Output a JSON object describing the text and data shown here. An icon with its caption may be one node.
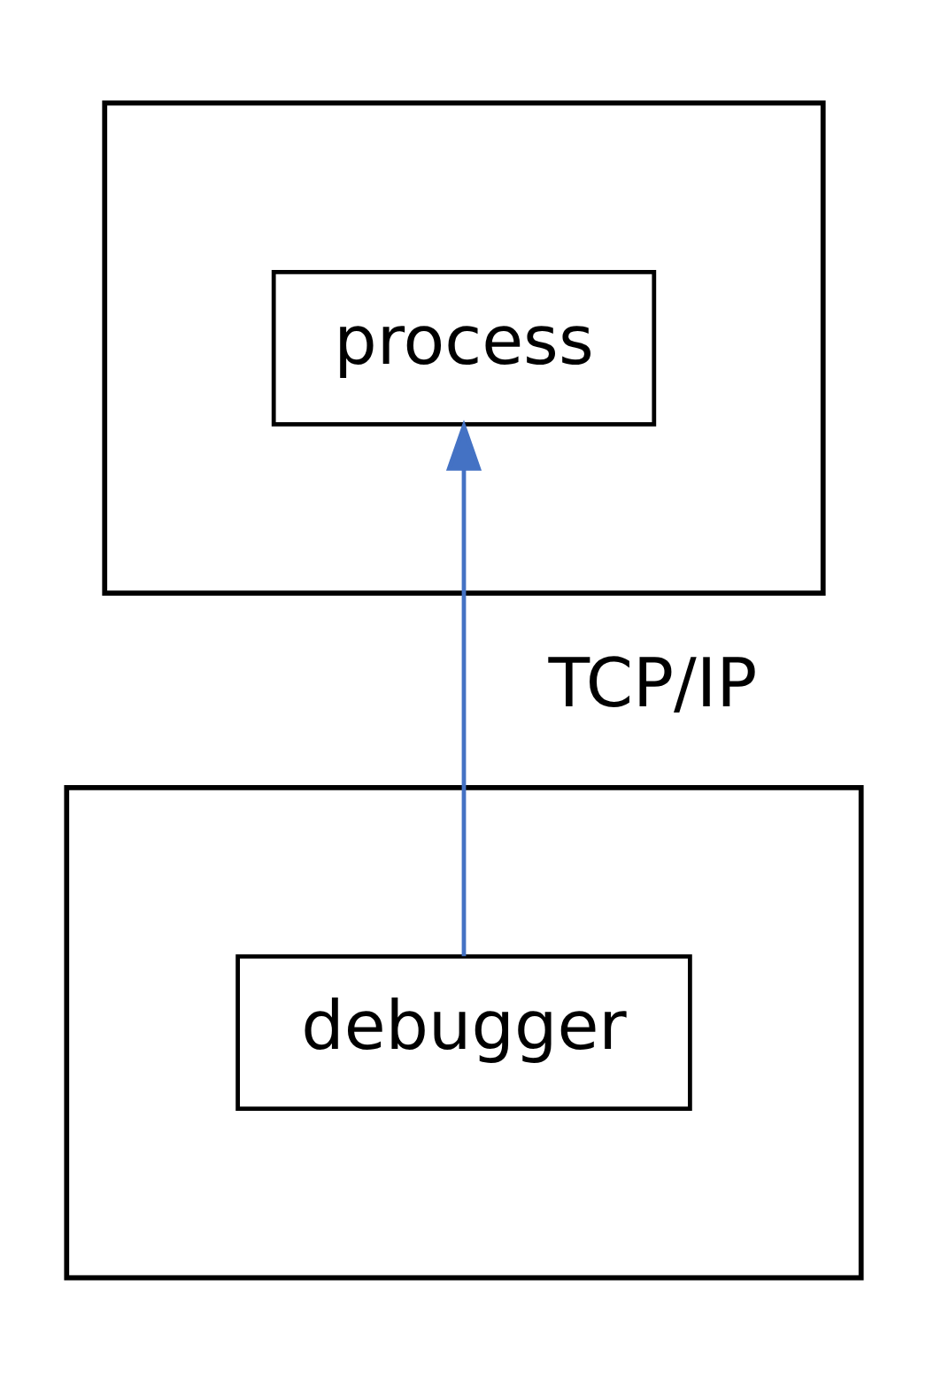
{
  "diagram": {
    "nodes": [
      {
        "text": [],
        "shape": "box"
      },
      {
        "text": [
          "process"
        ],
        "in": 0
      },
      {
        "text": [],
        "shape": "box"
      },
      {
        "text": [
          "debugger"
        ],
        "in": 2
      }
    ],
    "edges": [
      {
        "from": 3,
        "to": 1,
        "arrow": "to",
        "label": "TCP/IP",
        "color": "#4472c4"
      }
    ]
  }
}
